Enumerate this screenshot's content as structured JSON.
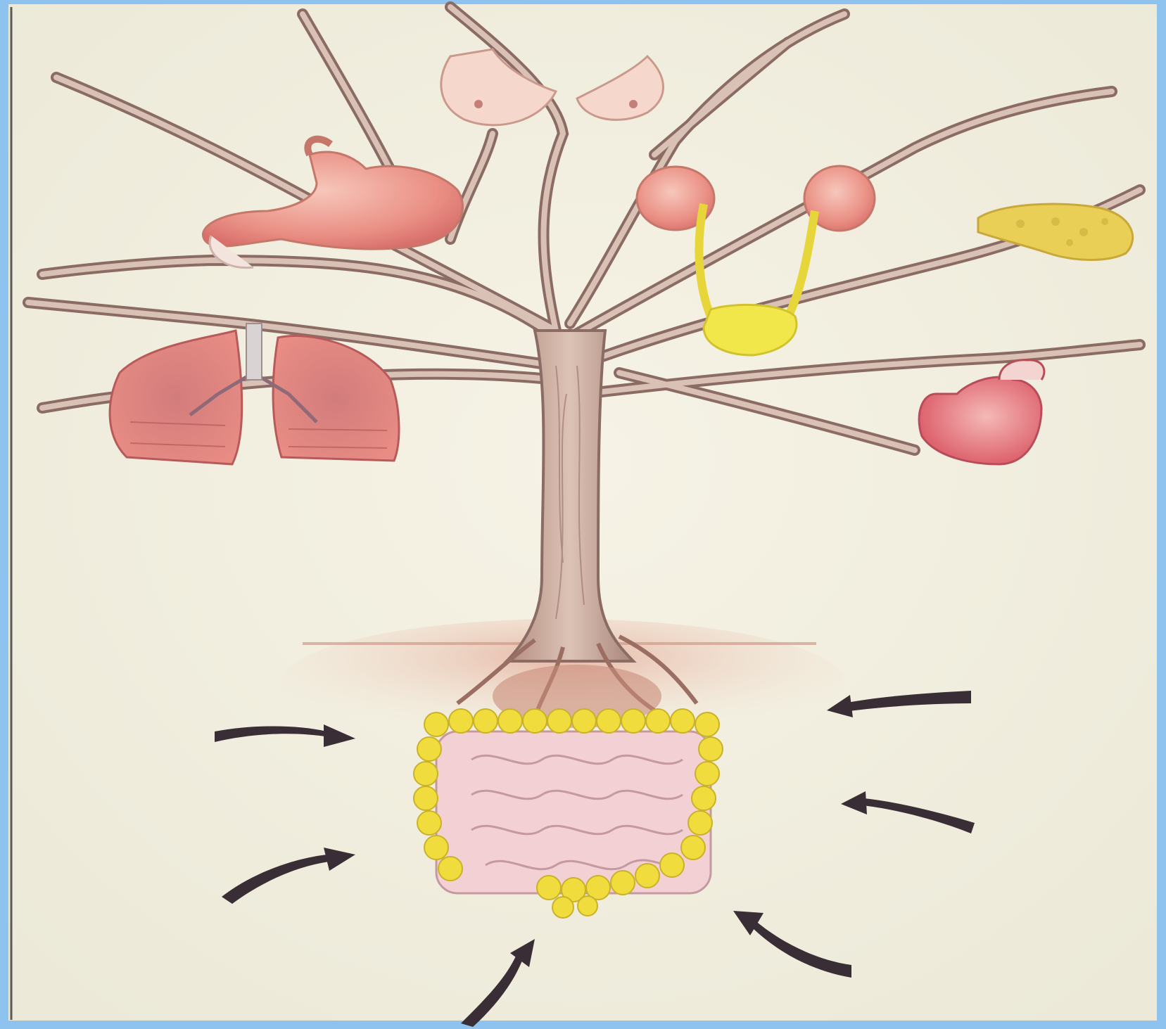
{
  "image": {
    "subject": "tree-with-organs-and-gut-roots",
    "colors": {
      "frame_blue": "#8fc3ef",
      "paper": "#f4f1e2",
      "bark": "#c9a89a",
      "bark_dark": "#8a6a62",
      "organ_pink": "#ec9a8c",
      "organ_red": "#e07a74",
      "bladder_yellow": "#f1e74a",
      "colon_yellow": "#f0dc3c",
      "intestine_pink": "#f0c8cc",
      "arrow": "#3a2e36",
      "soil": "#e8b5a0"
    },
    "elements": {
      "branches": [
        "breast-branch",
        "stomach-branch",
        "lungs-branch",
        "kidney-branch",
        "bladder-branch",
        "liver-branch",
        "heart-branch"
      ],
      "roots": "intestines",
      "arrows": [
        "arrow-left-1",
        "arrow-left-2",
        "arrow-bottom",
        "arrow-bottom-right",
        "arrow-right-1",
        "arrow-right-2"
      ]
    }
  }
}
